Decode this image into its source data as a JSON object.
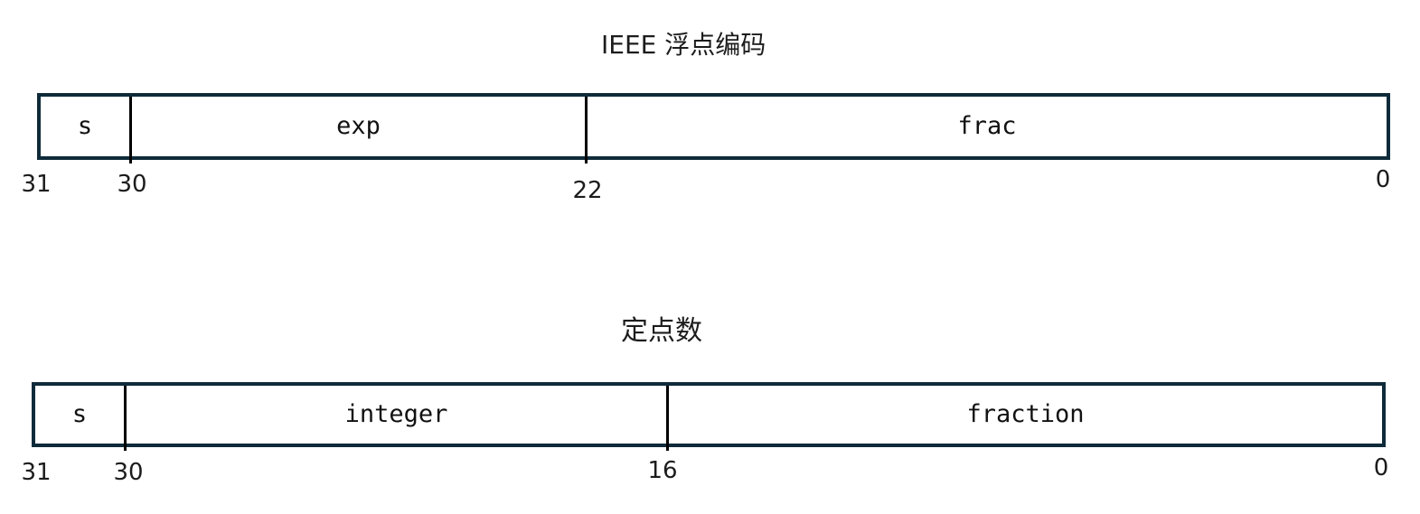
{
  "colors": {
    "background": "#ffffff",
    "box_border": "#0f2b3a",
    "divider": "#000000",
    "text": "#1c1c1c"
  },
  "diagrams": [
    {
      "title": "IEEE 浮点编码",
      "fields": [
        {
          "label": "s"
        },
        {
          "label": "exp"
        },
        {
          "label": "frac"
        }
      ],
      "bit_labels": [
        "31",
        "30",
        "22",
        "0"
      ]
    },
    {
      "title": "定点数",
      "fields": [
        {
          "label": "s"
        },
        {
          "label": "integer"
        },
        {
          "label": "fraction"
        }
      ],
      "bit_labels": [
        "31",
        "30",
        "16",
        "0"
      ]
    }
  ]
}
